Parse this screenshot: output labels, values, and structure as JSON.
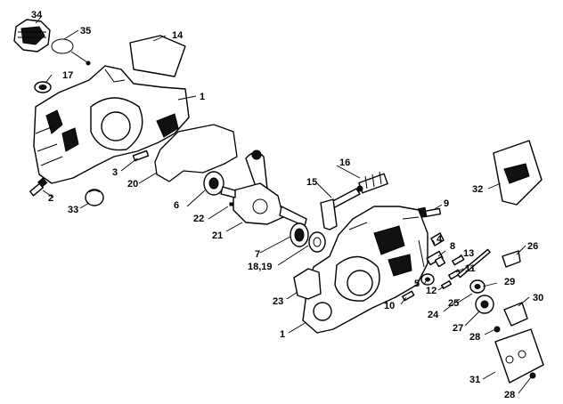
{
  "callouts": {
    "c34": "34",
    "c35": "35",
    "c14": "14",
    "c17": "17",
    "c1a": "1",
    "c3": "3",
    "c20": "20",
    "c2": "2",
    "c33": "33",
    "c16": "16",
    "c15": "15",
    "c6": "6",
    "c22": "22",
    "c21": "21",
    "c9": "9",
    "c32": "32",
    "c4": "4",
    "c8": "8",
    "c13": "13",
    "c26": "26",
    "c7": "7",
    "c1819": "18,19",
    "c11": "11",
    "c5": "5",
    "c12": "12",
    "c29": "29",
    "c23": "23",
    "c30": "30",
    "c10": "10",
    "c25": "25",
    "c24": "24",
    "c27": "27",
    "c1b": "1",
    "c28a": "28",
    "c31": "31",
    "c28b": "28"
  }
}
